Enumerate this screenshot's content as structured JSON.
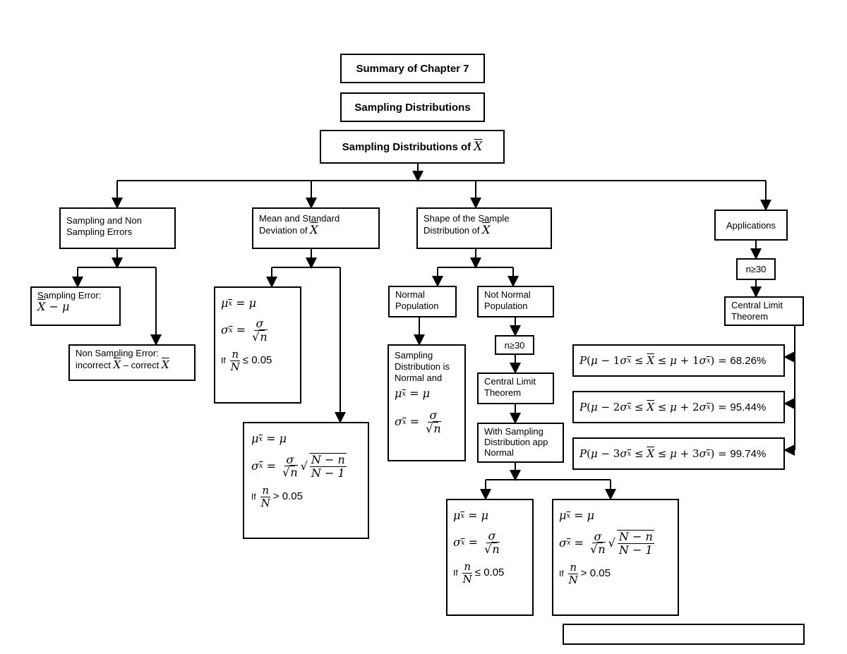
{
  "titles": {
    "chapter": "Summary of Chapter 7",
    "topic": "Sampling Distributions",
    "subtopic": "Sampling Distributions of",
    "subtopic_symbol": "X"
  },
  "branches": {
    "errors": {
      "label": "Sampling and Non Sampling Errors",
      "sampling_error_label": "Sampling Error:",
      "sampling_error_formula": "X − μ",
      "non_sampling_error_label": "Non Sampling Error:",
      "non_sampling_error_formula_left": "incorrect",
      "non_sampling_error_formula_mid": "– correct"
    },
    "mean_sd": {
      "label": "Mean and Standard Deviation of",
      "case1_condition_rel": "≤ 0.05",
      "case2_condition_rel": "> 0.05"
    },
    "shape": {
      "label": "Shape of the Sample Distribution of",
      "normal_population": "Normal Population",
      "not_normal_population": "Not Normal Population",
      "n_condition": "n≥30",
      "clt": "Central Limit Theorem",
      "normal_result": "Sampling Distribution is Normal and",
      "approx_normal": "With Sampling Distribution app Normal"
    },
    "applications": {
      "label": "Applications",
      "n_condition": "n≥30",
      "clt": "Central Limit Theorem",
      "p1": "68.26%",
      "p2": "95.44%",
      "p3": "99.74%"
    }
  },
  "formula_text": {
    "if": "If",
    "mu": "μ",
    "sigma": "σ",
    "n": "n",
    "N": "N",
    "fpc": "N − n",
    "fpc_den": "N − 1"
  }
}
